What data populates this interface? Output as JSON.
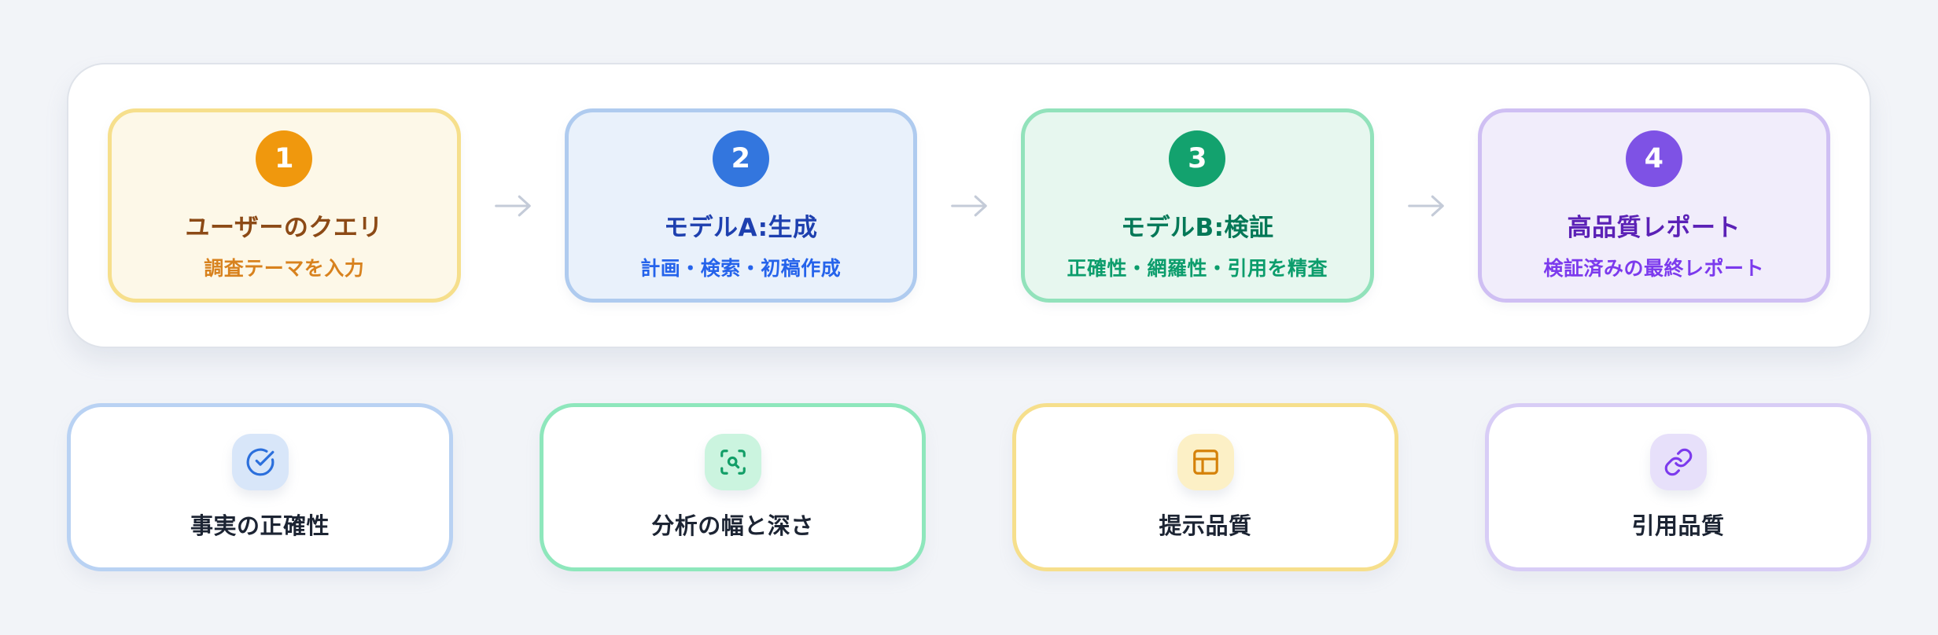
{
  "page": {
    "background": "#F2F4F8"
  },
  "workflow": {
    "arrow_color": "#C4CBD8",
    "steps": [
      {
        "number": "1",
        "title": "ユーザーのクエリ",
        "subtitle": "調査テーマを入力",
        "colors": {
          "border": "#F6DF8C",
          "background": "#FDF8E8",
          "badge": "#F0980D",
          "title": "#8C4A16",
          "subtitle": "#D8821E"
        }
      },
      {
        "number": "2",
        "title": "モデルA:生成",
        "subtitle": "計画・検索・初稿作成",
        "colors": {
          "border": "#AFCBEF",
          "background": "#E9F1FB",
          "badge": "#3376DE",
          "title": "#1E40AF",
          "subtitle": "#2563EB"
        }
      },
      {
        "number": "3",
        "title": "モデルB:検証",
        "subtitle": "正確性・網羅性・引用を精査",
        "colors": {
          "border": "#92E2BB",
          "background": "#E7F7EF",
          "badge": "#13A26E",
          "title": "#047857",
          "subtitle": "#0C9D6C"
        }
      },
      {
        "number": "4",
        "title": "高品質レポート",
        "subtitle": "検証済みの最終レポート",
        "colors": {
          "border": "#CFBFF3",
          "background": "#F1EDFB",
          "badge": "#7E52E5",
          "title": "#5B21B6",
          "subtitle": "#7C3AED"
        }
      }
    ]
  },
  "criteria": {
    "label_color": "#1C2433",
    "items": [
      {
        "label": "事実の正確性",
        "icon": "circle-check-icon",
        "colors": {
          "border": "#B9D2F3",
          "tile": "#D8E6F9",
          "stroke": "#2B6FDC"
        }
      },
      {
        "label": "分析の幅と深さ",
        "icon": "scan-search-icon",
        "colors": {
          "border": "#8EE7BC",
          "tile": "#CBF4DF",
          "stroke": "#129E67"
        }
      },
      {
        "label": "提示品質",
        "icon": "layout-icon",
        "colors": {
          "border": "#F6DF8C",
          "tile": "#FCF0C6",
          "stroke": "#D5820A"
        }
      },
      {
        "label": "引用品質",
        "icon": "link-icon",
        "colors": {
          "border": "#D8CDF6",
          "tile": "#E7E0FA",
          "stroke": "#7C3AED"
        }
      }
    ]
  }
}
